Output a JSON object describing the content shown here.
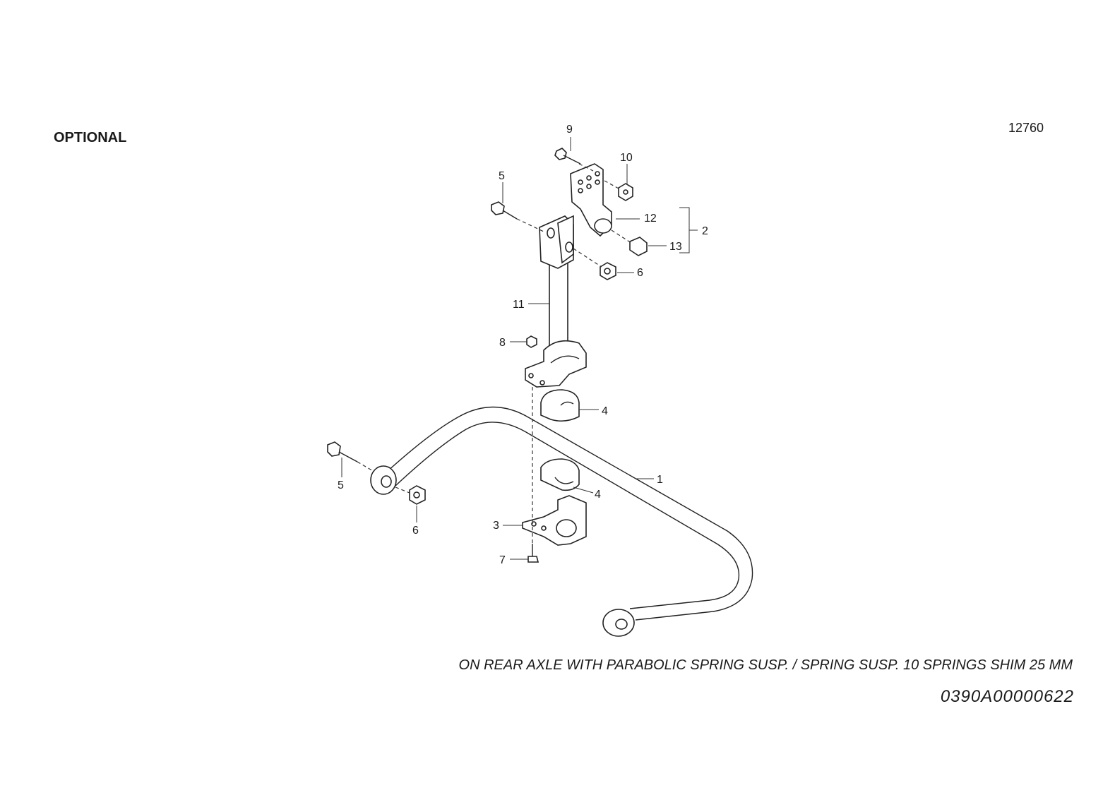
{
  "header": {
    "optional_label": "OPTIONAL",
    "drawing_number": "12760"
  },
  "footer": {
    "caption": "ON REAR AXLE WITH PARABOLIC SPRING SUSP. / SPRING SUSP. 10 SPRINGS SHIM 25 MM",
    "part_code": "0390A00000622"
  },
  "callouts": [
    {
      "id": "c9",
      "label": "9"
    },
    {
      "id": "c10",
      "label": "10"
    },
    {
      "id": "c5a",
      "label": "5"
    },
    {
      "id": "c12",
      "label": "12"
    },
    {
      "id": "c2",
      "label": "2"
    },
    {
      "id": "c13",
      "label": "13"
    },
    {
      "id": "c6a",
      "label": "6"
    },
    {
      "id": "c11",
      "label": "11"
    },
    {
      "id": "c8",
      "label": "8"
    },
    {
      "id": "c4a",
      "label": "4"
    },
    {
      "id": "c1",
      "label": "1"
    },
    {
      "id": "c5b",
      "label": "5"
    },
    {
      "id": "c4b",
      "label": "4"
    },
    {
      "id": "c6b",
      "label": "6"
    },
    {
      "id": "c3",
      "label": "3"
    },
    {
      "id": "c7",
      "label": "7"
    }
  ],
  "colors": {
    "line": "#222222",
    "background": "#ffffff"
  }
}
